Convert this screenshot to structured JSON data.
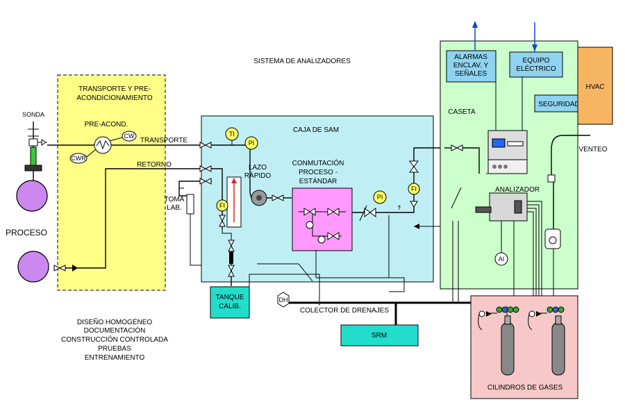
{
  "title": "SISTEMA DE ANALIZADORES",
  "transport_box": {
    "title_line1": "TRANSPORTE Y PRE-",
    "title_line2": "ACONDICIONAMIENTO",
    "preacond": "PRE-ACOND.",
    "cw": "CW",
    "cwr": "CWR",
    "transporte": "TRANSPORTE",
    "retorno": "RETORNO"
  },
  "process": {
    "sonda": "SONDA",
    "proceso": "PROCESO"
  },
  "sam_box": {
    "title": "CAJA DE SAM",
    "ti": "TI",
    "pi": "PI",
    "fi": "FI",
    "lazo_line1": "LAZO",
    "lazo_line2": "RÁPIDO",
    "toma_line1": "TOMA",
    "toma_line2": "LAB.",
    "conm_line1": "CONMUTACIÓN",
    "conm_line2": "PROCESO -",
    "conm_line3": "ESTÁNDAR",
    "pi2": "PI",
    "fi2": "FI"
  },
  "tanque": {
    "line1": "TANQUE",
    "line2": "CALIB."
  },
  "dh": "DH",
  "colector": "COLECTOR DE DRENAJES",
  "srm": "SRM",
  "caseta": {
    "title": "CASETA",
    "alarmas_line1": "ALARMAS",
    "alarmas_line2": "ENCLAV. Y",
    "alarmas_line3": "SEÑALES",
    "equipo_line1": "EQUIPO",
    "equipo_line2": "ELÉCTRICO",
    "seguridad": "SEGURIDAD",
    "analizador": "ANALIZADOR",
    "ai": "AI"
  },
  "hvac": "HVAC",
  "venteo": "VENTEO",
  "cilindros": "CILINDROS DE GASES",
  "notes": [
    "DISEÑO HOMOGÉNEO",
    "DOCUMENTACIÓN",
    "CONSTRUCCIÓN CONTROLADA",
    "PRUEBAS",
    "ENTRENAMIENTO"
  ],
  "colors": {
    "transport_fill": "#ffff88",
    "sam_fill": "#bfeff5",
    "conm_fill": "#ff99ff",
    "caseta_fill": "#ccffcc",
    "hvac_fill": "#f7b561",
    "cilindros_fill": "#f7c8c8",
    "srm_fill": "#22ddcc",
    "box_fill": "#8fd3f0",
    "process_fill": "#cc88ee"
  }
}
